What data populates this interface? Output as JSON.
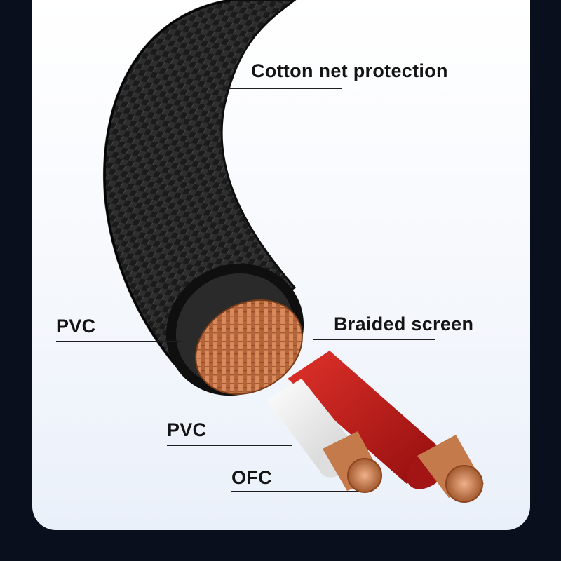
{
  "callouts": {
    "cotton_net": "Cotton net protection",
    "pvc_outer": "PVC",
    "braided_screen": "Braided screen",
    "pvc_inner": "PVC",
    "ofc": "OFC"
  },
  "colors": {
    "background": "#0a0f1e",
    "card": "#f4f7fc",
    "jacket": "#1a1a1a",
    "copper": "#c87748",
    "red_insulation": "#c41a1a",
    "white_insulation": "#eeeeee"
  },
  "icons": [
    "cable-cross-section-illustration"
  ]
}
